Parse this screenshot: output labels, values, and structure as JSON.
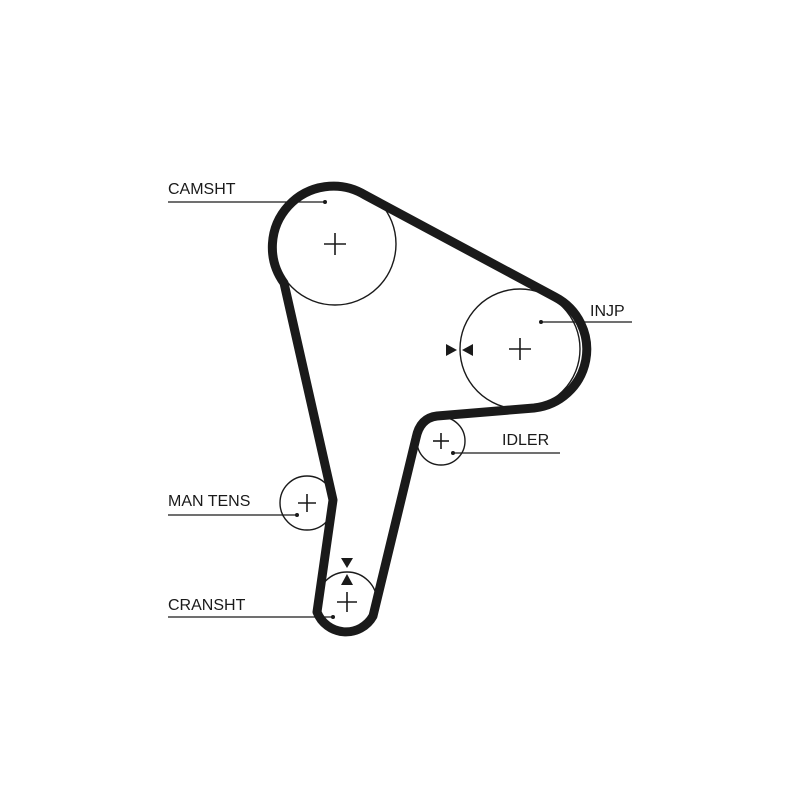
{
  "labels": {
    "camshaft": "CAMSHT",
    "injection_pump": "INJP",
    "idler": "IDLER",
    "manual_tensioner": "MAN TENS",
    "crankshaft": "CRANSHT"
  },
  "colors": {
    "line": "#1a1a1a",
    "background": "#ffffff"
  }
}
